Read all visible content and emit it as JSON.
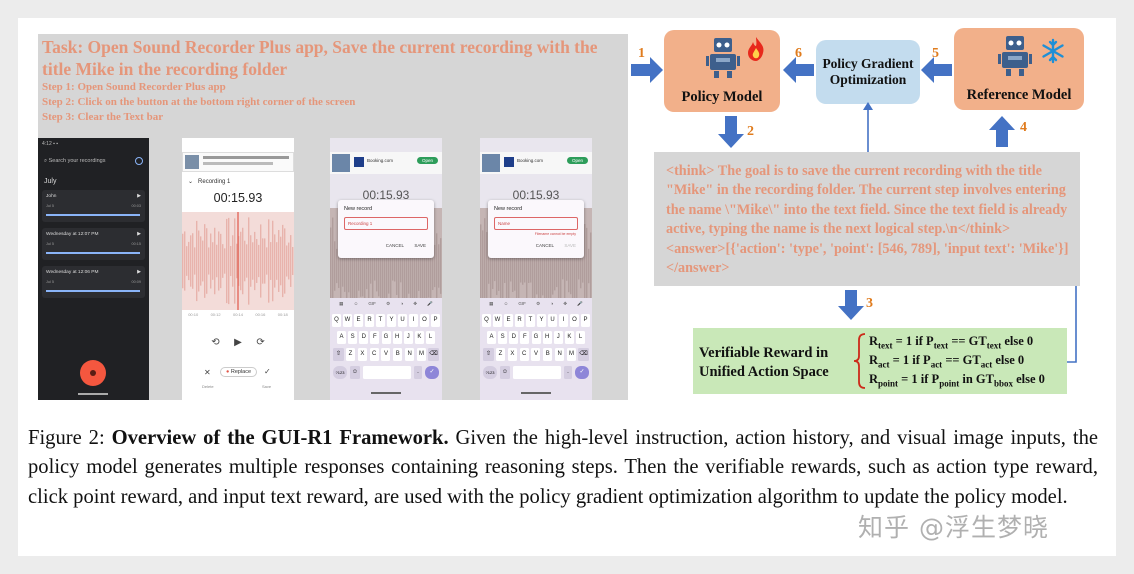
{
  "task_panel": {
    "title": "Task: Open Sound Recorder Plus app, Save the current recording with the title Mike in the recording folder",
    "steps": [
      "Step 1: Open Sound Recorder Plus app",
      "Step 2: Click on the button at the bottom right corner of the screen",
      "Step 3: Clear the Text bar"
    ]
  },
  "phone1": {
    "status": "4:12 ▪ ▪",
    "search_placeholder": "Search your recordings",
    "month": "July",
    "items": [
      {
        "name": "John",
        "date": "Jul 5",
        "dur": "00:03"
      },
      {
        "name": "Wednesday at 12:07 PM",
        "date": "Jul 5",
        "dur": "00:15"
      },
      {
        "name": "Wednesday at 12:06 PM",
        "date": "Jul 5",
        "dur": "00:09"
      }
    ]
  },
  "phone2": {
    "recording_name": "Recording 1",
    "time": "00:15.93",
    "ticks": [
      "00:10",
      "00:12",
      "00:14",
      "00:16",
      "00:18"
    ],
    "delete_label": "Delete",
    "replace_label": "Replace",
    "save_label": "Save"
  },
  "phone3": {
    "time": "00:15.93",
    "dialog_title": "New record",
    "input_value": "Recording 1",
    "cancel": "CANCEL",
    "save": "SAVE",
    "app_name": "Booking.com",
    "open": "Open"
  },
  "phone4": {
    "time": "00:15.93",
    "dialog_title": "New record",
    "input_placeholder": "Name",
    "error": "Filename cannot be empty",
    "cancel": "CANCEL",
    "save": "SAVE",
    "app_name": "Booking.com",
    "open": "Open"
  },
  "keyboard": {
    "row1": [
      "Q",
      "W",
      "E",
      "R",
      "T",
      "Y",
      "U",
      "I",
      "O",
      "P"
    ],
    "row2": [
      "A",
      "S",
      "D",
      "F",
      "G",
      "H",
      "J",
      "K",
      "L"
    ],
    "row3": [
      "Z",
      "X",
      "C",
      "V",
      "B",
      "N",
      "M"
    ],
    "sym": "?123",
    "gif": "GIF"
  },
  "diagram": {
    "policy_model": "Policy Model",
    "pgo": "Policy Gradient Optimization",
    "reference_model": "Reference Model",
    "nums": [
      "1",
      "2",
      "3",
      "4",
      "5",
      "6"
    ],
    "think_text": "<think> The goal is to save the current recording with the title \"Mike\" in the recording folder. The current step involves entering the name \\\"Mike\\\" into the text field. Since the text field is already active, typing the name is the next logical step.\\n</think> <answer>[{'action': 'type', 'point': [546, 789], 'input text': 'Mike'}]</answer>",
    "reward_title": "Verifiable Reward in Unified Action Space",
    "reward_lines": [
      {
        "r": "R",
        "rs": "text",
        "mid": " = 1 if P",
        "ps": "text",
        "mid2": " == GT",
        "gs": "text",
        "end": " else 0"
      },
      {
        "r": "R",
        "rs": "act",
        "mid": " = 1 if P",
        "ps": "act",
        "mid2": " == GT",
        "gs": "act",
        "end": " else 0"
      },
      {
        "r": "R",
        "rs": "point",
        "mid": " = 1 if P",
        "ps": "point",
        "mid2": " in GT",
        "gs": "bbox",
        "end": " else 0"
      }
    ],
    "colors": {
      "orange": "#f2b08a",
      "blue_arrow": "#4472c4",
      "pgo": "#c3dcee",
      "reward": "#c9e8b8",
      "task_text": "#e5967a"
    }
  },
  "caption": {
    "label": "Figure 2:",
    "title": "Overview of the GUI-R1 Framework.",
    "body": "Given the high-level instruction, action history, and visual image inputs, the policy model generates multiple responses containing reasoning steps. Then the verifiable rewards, such as action type reward, click point reward, and input text reward, are used with the policy gradient optimization algorithm to update the policy model."
  },
  "watermark": "知乎 @浮生梦晓"
}
